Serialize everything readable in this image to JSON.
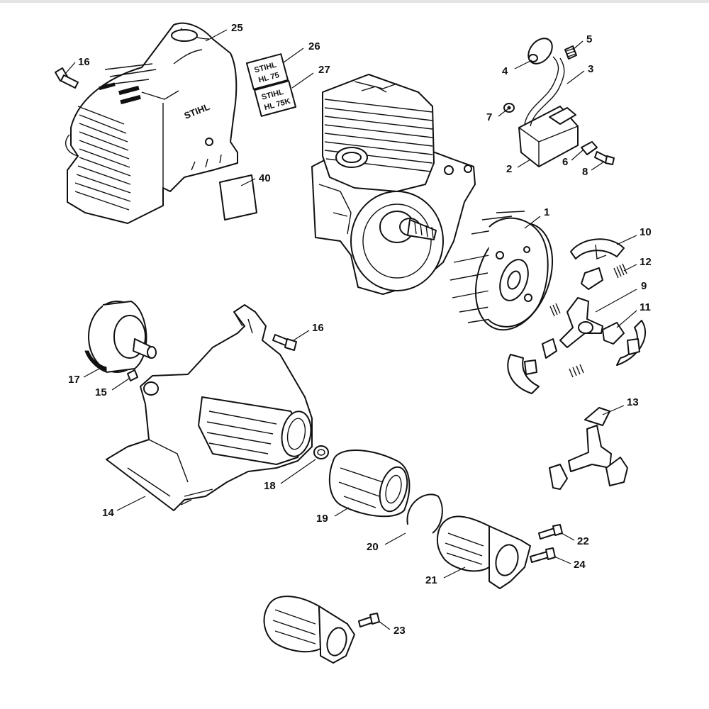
{
  "labels": {
    "p1": "1",
    "p2": "2",
    "p3": "3",
    "p4": "4",
    "p5": "5",
    "p6": "6",
    "p7": "7",
    "p8": "8",
    "p9": "9",
    "p10": "10",
    "p11": "11",
    "p12": "12",
    "p13": "13",
    "p14": "14",
    "p15": "15",
    "p16a": "16",
    "p16b": "16",
    "p17": "17",
    "p18": "18",
    "p19": "19",
    "p20": "20",
    "p21": "21",
    "p22": "22",
    "p23": "23",
    "p24": "24",
    "p25": "25",
    "p26": "26",
    "p27": "27",
    "p40": "40"
  },
  "decals": {
    "brand_shroud": "STIHL",
    "decal26_line1": "STIHL",
    "decal26_line2": "HL 75",
    "decal27_line1": "STIHL",
    "decal27_line2": "HL 75K"
  }
}
